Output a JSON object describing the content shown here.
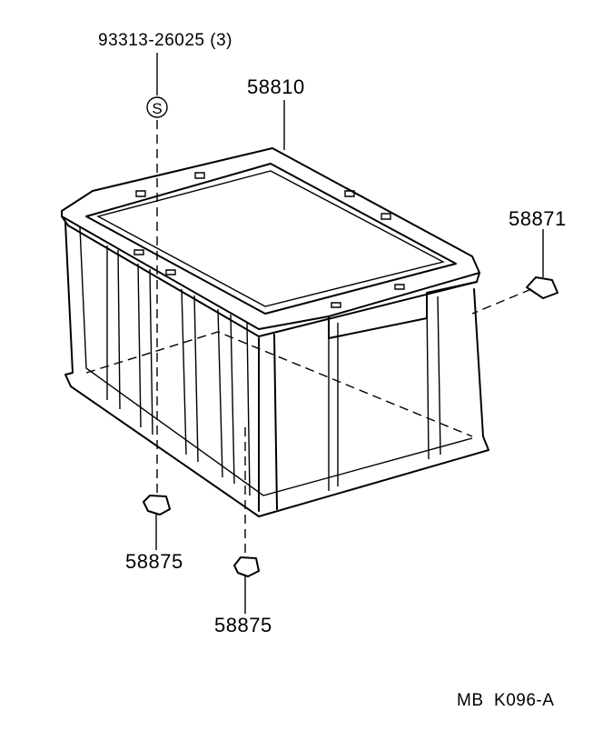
{
  "diagram": {
    "parts": [
      {
        "number": "93313-26025 (3)",
        "symbol": "S"
      },
      {
        "number": "58810"
      },
      {
        "number": "58871"
      },
      {
        "number": "58875"
      },
      {
        "number": "58875"
      }
    ],
    "code": "MB  K096-A"
  }
}
